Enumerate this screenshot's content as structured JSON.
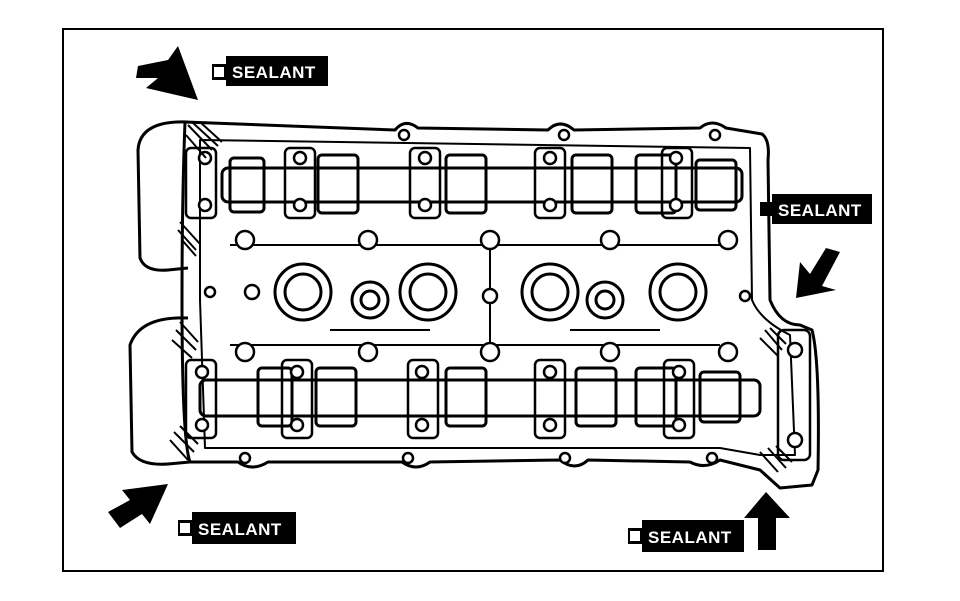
{
  "labels": {
    "sealant_top_left": "SEALANT",
    "sealant_right": "SEALANT",
    "sealant_bottom_left": "SEALANT",
    "sealant_bottom_right": "SEALANT"
  },
  "colors": {
    "ink": "#000000",
    "paper": "#ffffff"
  }
}
